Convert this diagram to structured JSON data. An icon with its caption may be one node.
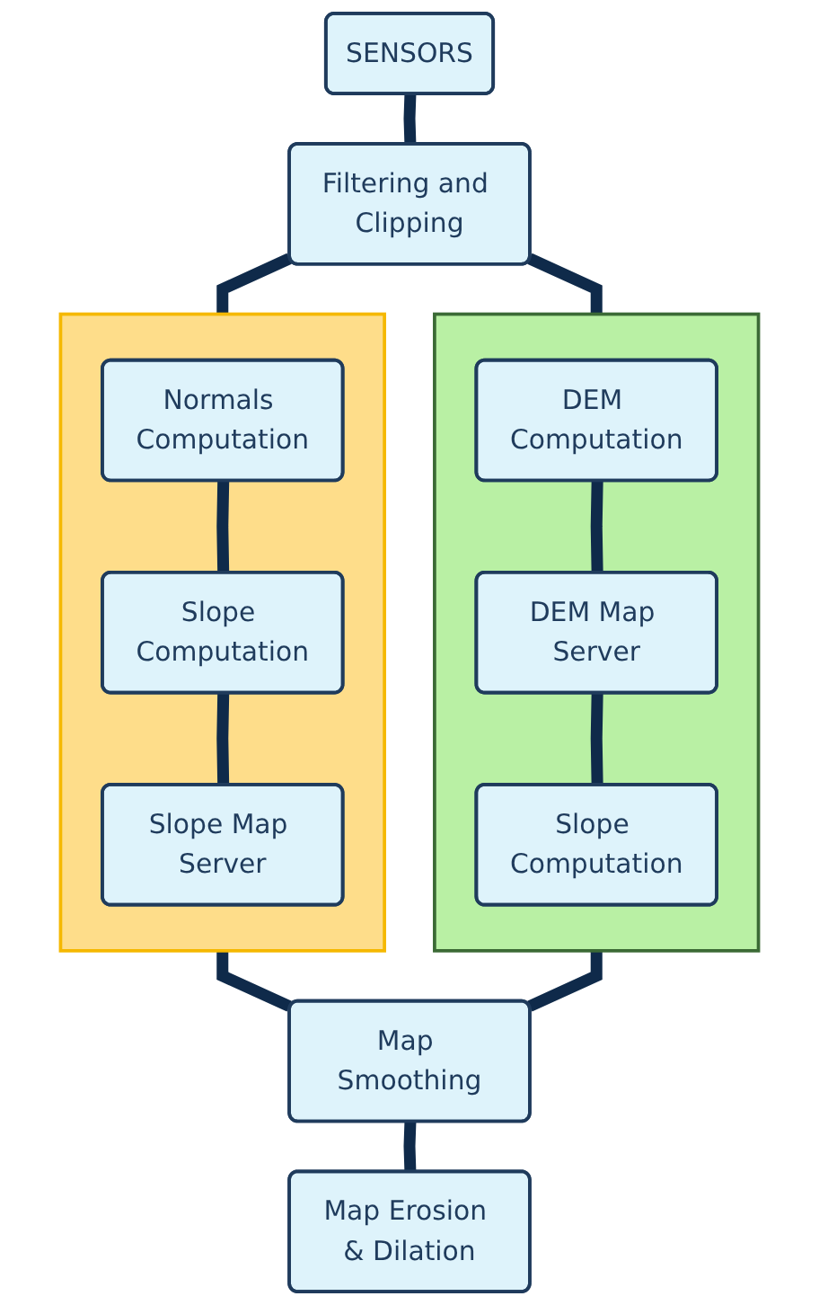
{
  "diagram": {
    "nodes": [
      {
        "text": [
          "SENSORS"
        ]
      },
      {
        "text": [
          "Filtering and Clipping"
        ]
      },
      {
        "text": [],
        "shape": "box"
      },
      {
        "text": [
          "Normals Computation"
        ],
        "in": 2
      },
      {
        "text": [
          "Slope Computation"
        ],
        "in": 2
      },
      {
        "text": [
          "Slope Map Server"
        ],
        "in": 2
      },
      {
        "text": [],
        "shape": "box"
      },
      {
        "text": [
          "DEM Computation"
        ],
        "in": 6
      },
      {
        "text": [
          "DEM Map Server"
        ],
        "in": 6
      },
      {
        "text": [
          "Slope Computation"
        ],
        "in": 6
      },
      {
        "text": [
          "Map Smoothing"
        ]
      },
      {
        "text": [
          "Map Erosion & Dilation"
        ]
      }
    ],
    "edges": [
      {
        "from": 0,
        "to": 1,
        "arrow": "none"
      },
      {
        "from": 1,
        "to": 2,
        "arrow": "none"
      },
      {
        "from": 1,
        "to": 6,
        "arrow": "none"
      },
      {
        "from": 3,
        "to": 4,
        "arrow": "none"
      },
      {
        "from": 4,
        "to": 5,
        "arrow": "none"
      },
      {
        "from": 7,
        "to": 8,
        "arrow": "none"
      },
      {
        "from": 8,
        "to": 9,
        "arrow": "none"
      },
      {
        "from": 2,
        "to": 10,
        "arrow": "none"
      },
      {
        "from": 6,
        "to": 10,
        "arrow": "none"
      },
      {
        "from": 10,
        "to": 11,
        "arrow": "none"
      }
    ]
  }
}
